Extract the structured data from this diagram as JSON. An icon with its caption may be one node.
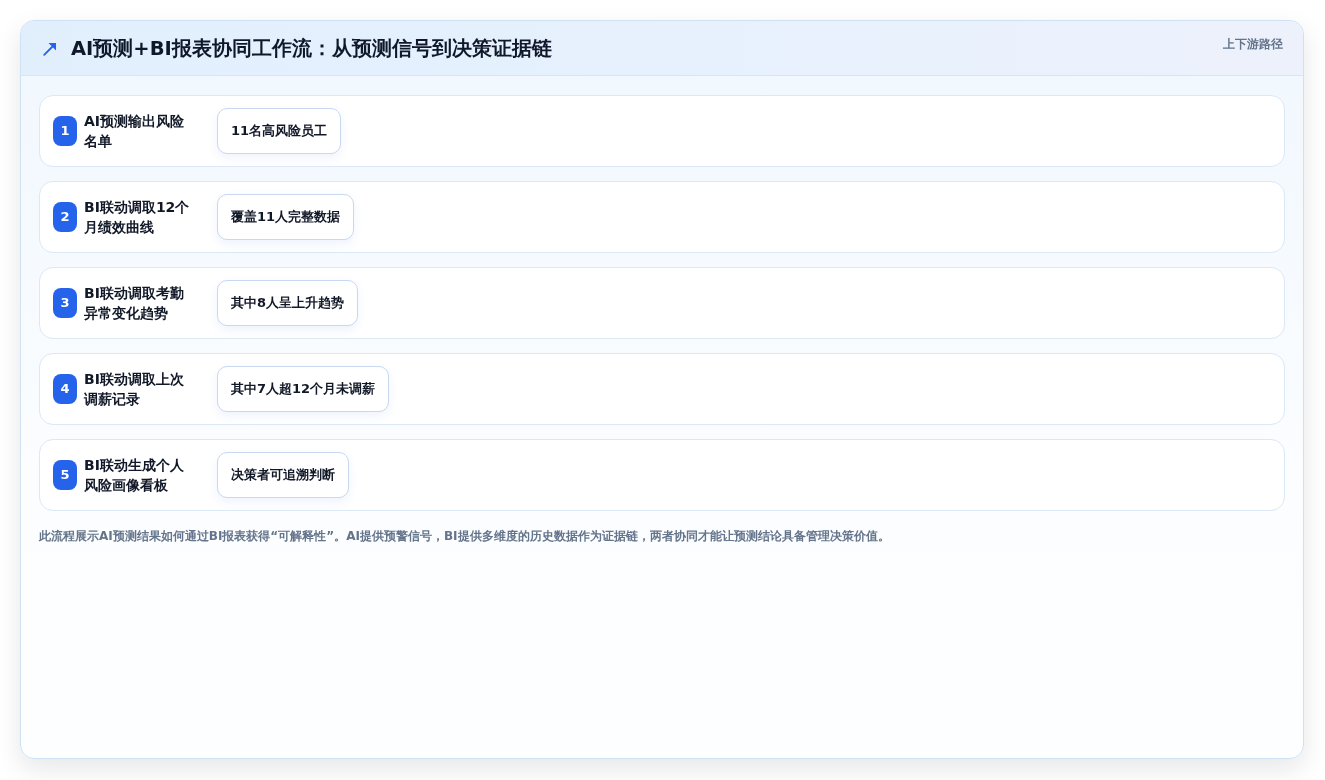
{
  "diagram": {
    "title": "AI预测+BI报表协同工作流：从预测信号到决策证据链",
    "caption": "此流程展示AI预测结果如何通过BI报表获得“可解释性”。AI提供预警信号，BI提供多维度的历史数据作为证据链，两者协同才能让预测结论具备管理决策价值。",
    "nodes": [
      {
        "text": [
          "AI预测输出风险名单"
        ]
      },
      {
        "text": [
          "1"
        ],
        "in": 0
      },
      {
        "text": [
          "11名高风险员工"
        ],
        "in": 0
      },
      {
        "text": [
          "BI联动调取12个月绩效曲线"
        ]
      },
      {
        "text": [
          "2"
        ],
        "in": 3
      },
      {
        "text": [
          "覆盖11人完整数据"
        ],
        "in": 3
      },
      {
        "text": [
          "BI联动调取考勤异常变化趋势"
        ]
      },
      {
        "text": [
          "3"
        ],
        "in": 6
      },
      {
        "text": [
          "其中8人呈上升趋势"
        ],
        "in": 6
      },
      {
        "text": [
          "BI联动调取上次调薪记录"
        ]
      },
      {
        "text": [
          "4"
        ],
        "in": 9
      },
      {
        "text": [
          "其中7人超12个月未调薪"
        ],
        "in": 9
      },
      {
        "text": [
          "BI联动生成个人风险画像看板"
        ]
      },
      {
        "text": [
          "5"
        ],
        "in": 12
      },
      {
        "text": [
          "决策者可追溯判断"
        ],
        "in": 12
      }
    ],
    "labels": [
      "上下游路径"
    ]
  }
}
